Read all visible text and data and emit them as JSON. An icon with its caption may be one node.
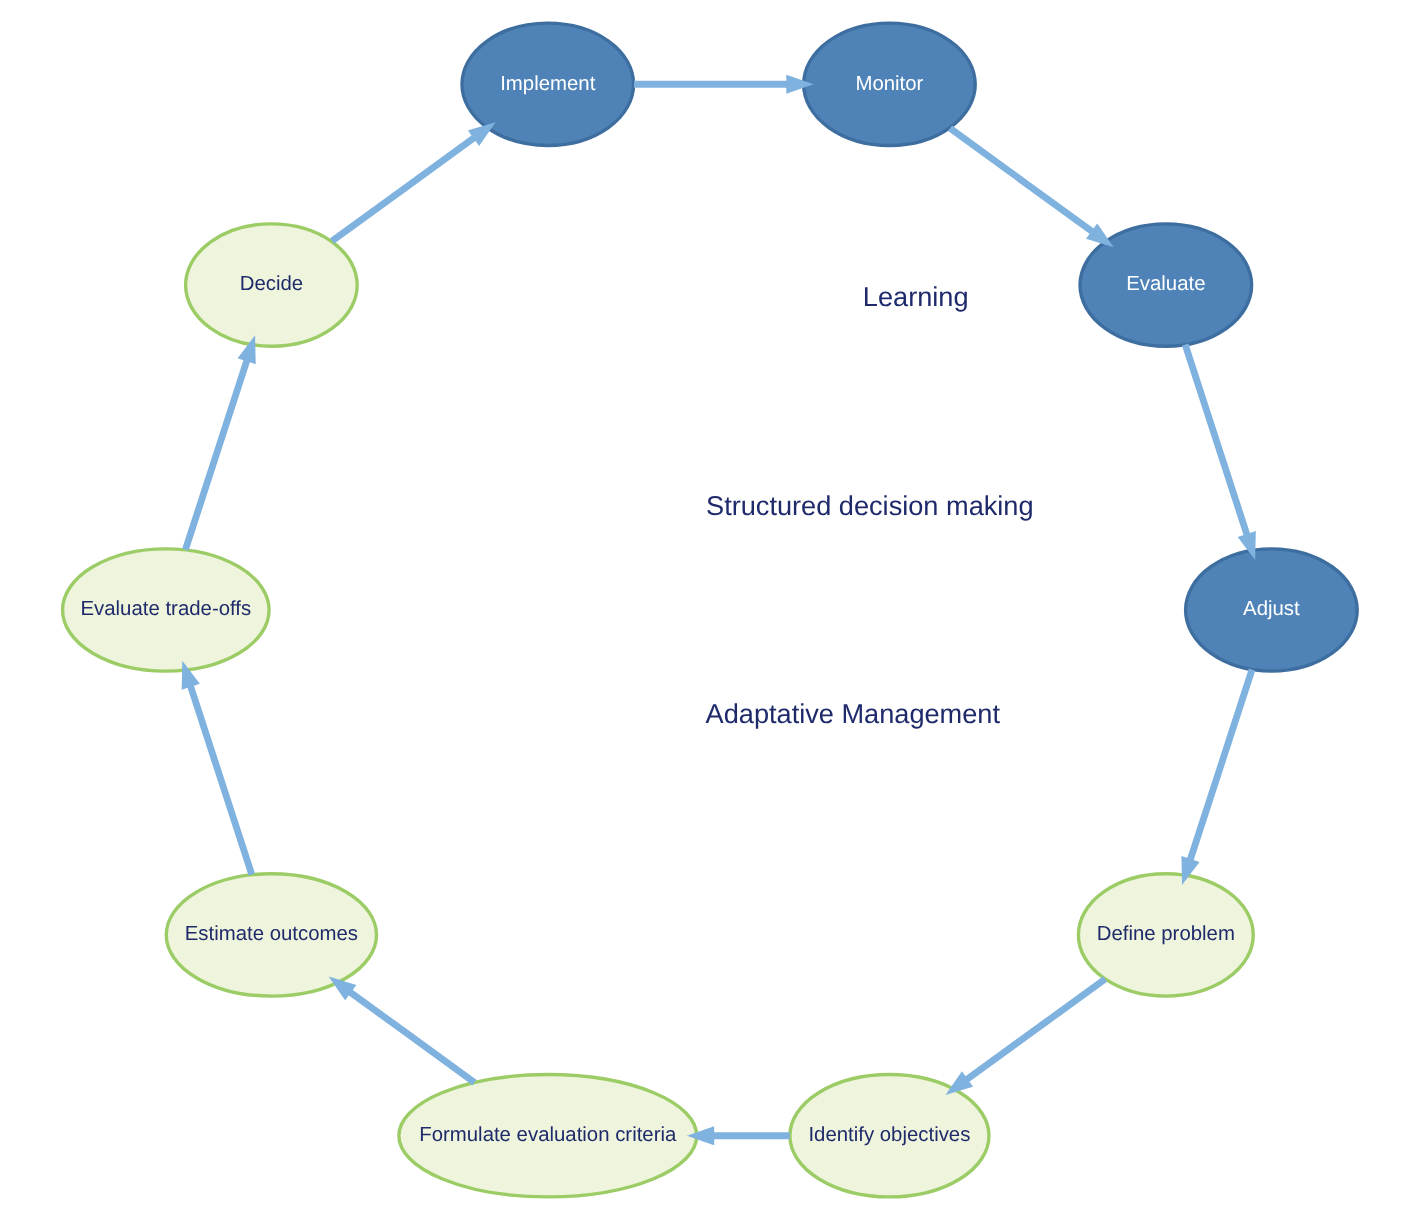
{
  "diagram": {
    "nodes": [
      {
        "text": [
          "Define problem"
        ]
      },
      {
        "text": [
          "Identify objectives"
        ]
      },
      {
        "text": [
          "Formulate evaluation criteria"
        ]
      },
      {
        "text": [
          "Estimate outcomes"
        ]
      },
      {
        "text": [
          "Evaluate trade-offs"
        ]
      },
      {
        "text": [
          "Decide"
        ]
      },
      {
        "text": [
          "Implement"
        ]
      },
      {
        "text": [
          "Monitor"
        ]
      },
      {
        "text": [
          "Evaluate"
        ]
      },
      {
        "text": [
          "Adjust"
        ]
      }
    ],
    "edges": [
      {
        "from": 0,
        "to": 1,
        "arrow": "to"
      },
      {
        "from": 1,
        "to": 2,
        "arrow": "to"
      },
      {
        "from": 2,
        "to": 3,
        "arrow": "to"
      },
      {
        "from": 3,
        "to": 4,
        "arrow": "to"
      },
      {
        "from": 4,
        "to": 5,
        "arrow": "to"
      },
      {
        "from": 5,
        "to": 6,
        "arrow": "to"
      },
      {
        "from": 6,
        "to": 7,
        "arrow": "to"
      },
      {
        "from": 7,
        "to": 8,
        "arrow": "to"
      },
      {
        "from": 8,
        "to": 9,
        "arrow": "to"
      },
      {
        "from": 9,
        "to": 0,
        "arrow": "to"
      }
    ],
    "labels": [
      "Structured decision making",
      "Learning",
      "Adaptative Management"
    ]
  }
}
